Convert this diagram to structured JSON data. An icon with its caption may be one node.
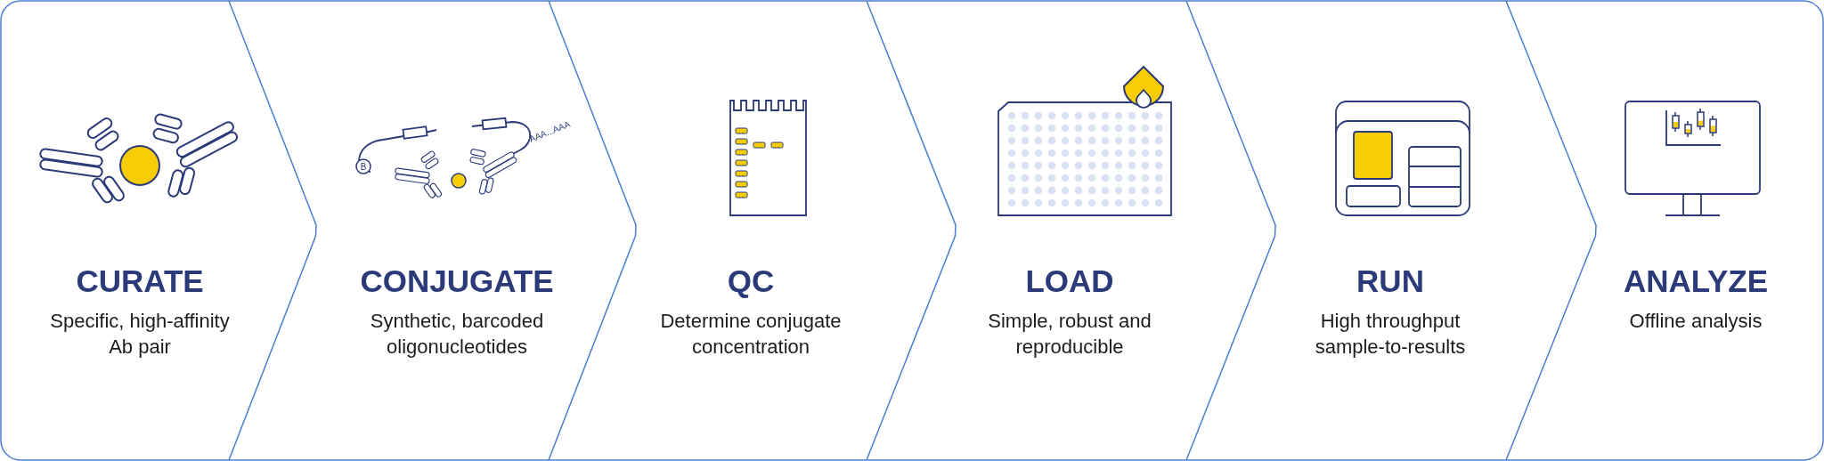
{
  "diagram": {
    "nodes": [
      {
        "text": [
          "CURATE",
          "Specific, high-affinity Ab pair"
        ]
      },
      {
        "text": [
          "CONJUGATE",
          "Synthetic, barcoded oligonucleotides"
        ]
      },
      {
        "text": [
          "QC",
          "Determine conjugate concentration"
        ]
      },
      {
        "text": [
          "LOAD",
          "Simple, robust and reproducible"
        ]
      },
      {
        "text": [
          "RUN",
          "High throughput sample-to-results"
        ]
      },
      {
        "text": [
          "ANALYZE",
          "Offline analysis"
        ]
      }
    ],
    "labels": [
      "B",
      "AAA...AAA"
    ]
  }
}
